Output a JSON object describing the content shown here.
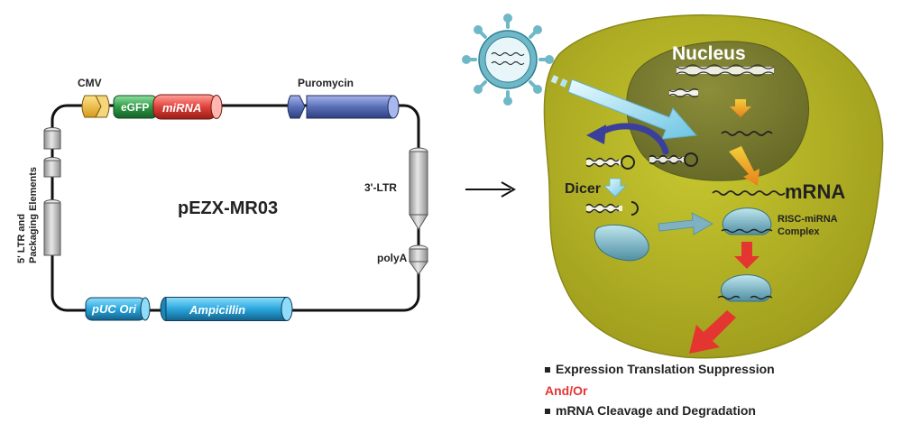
{
  "vector": {
    "name": "pEZX-MR03",
    "cmv_label": "CMV",
    "egfp_label": "eGFP",
    "mirna_label": "miRNA",
    "puromycin_label": "Puromycin",
    "ltr3_label": "3'-LTR",
    "polya_label": "polyA",
    "ampicillin_label": "Ampicillin",
    "puc_label": "pUC Ori",
    "ltr5_line1": "5' LTR and",
    "ltr5_line2": "Packaging Elements"
  },
  "cell": {
    "nucleus_label": "Nucleus",
    "dicer_label": "Dicer",
    "mrna_label": "mRNA",
    "risc_line1": "RISC-miRNA",
    "risc_line2": "Complex"
  },
  "outcomes": {
    "line1": "Expression Translation Suppression",
    "andor": "And/Or",
    "line2": "mRNA Cleavage and Degradation"
  },
  "colors": {
    "cell": "#b9b825",
    "nucleus": "#777a2e",
    "egfp": "#2e9a44",
    "mirna": "#e2403a",
    "cylinder_blue": "#5a6fb8",
    "cylinder_cyan": "#2aa8de",
    "cmv": "#f1c24a",
    "gray": "#b8b8b8",
    "red_arrow": "#e53530",
    "virus": "#6fb8c8"
  }
}
